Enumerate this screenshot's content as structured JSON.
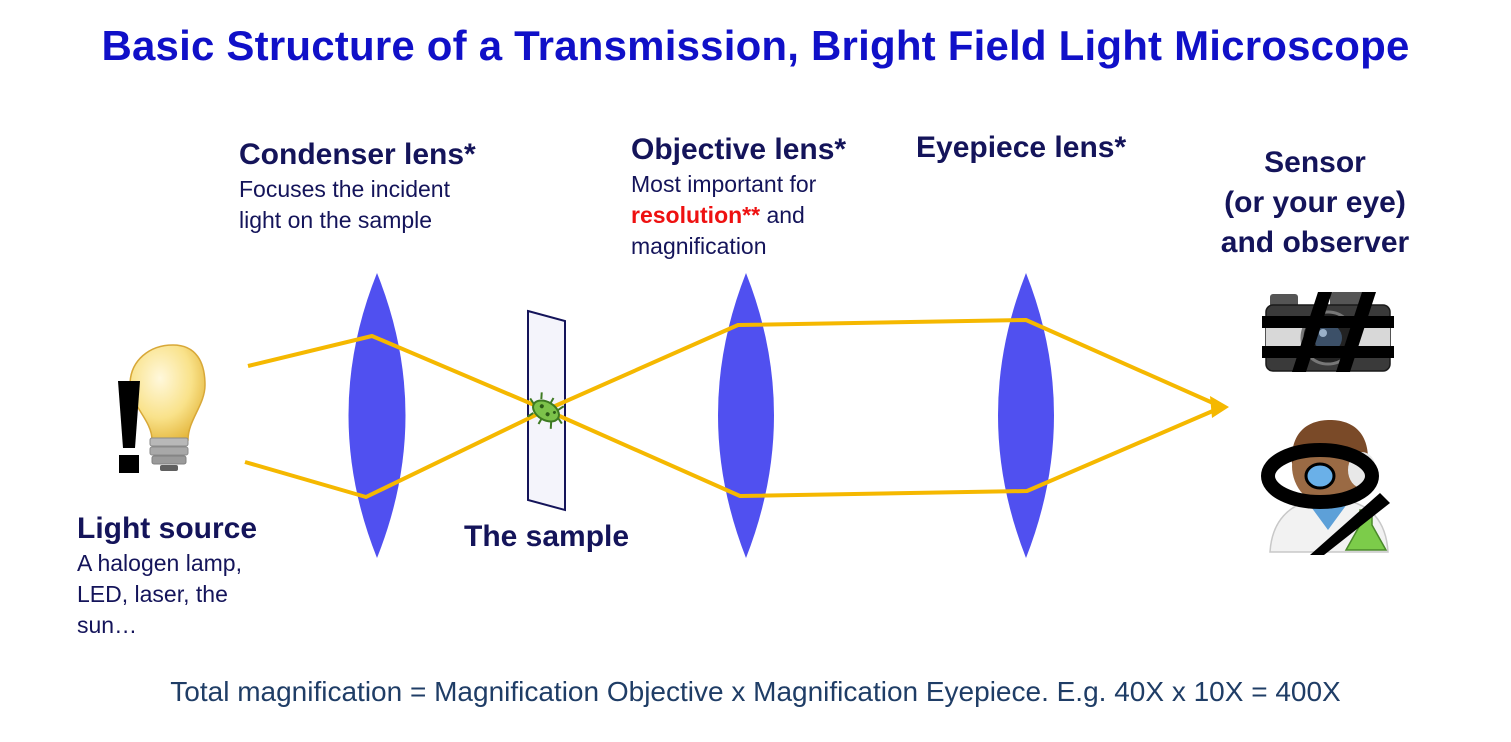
{
  "title": "Basic Structure of a Transmission, Bright Field Light Microscope",
  "labels": {
    "condenser": {
      "heading": "Condenser lens*",
      "line1": "Focuses the incident",
      "line2": "light on the sample"
    },
    "objective": {
      "heading": "Objective lens*",
      "line1": "Most important for",
      "line2_red": "resolution**",
      "line2_rest": " and",
      "line3": "magnification"
    },
    "eyepiece": {
      "heading": "Eyepiece lens*"
    },
    "sensor": {
      "line1": "Sensor",
      "line2": "(or your eye)",
      "line3": "and observer"
    },
    "light_source": {
      "heading": "Light source",
      "line1": "A halogen lamp,",
      "line2": "LED, laser, the",
      "line3": "sun…"
    },
    "sample": {
      "heading": "The sample"
    }
  },
  "footer": "Total magnification = Magnification Objective x Magnification Eyepiece. E.g. 40X x 10X = 400X",
  "colors": {
    "title": "#1010c8",
    "label": "#14145a",
    "lens": "#5050f0",
    "ray": "#f5b800",
    "emphasis": "#ee1111",
    "footer": "#1f3d66"
  },
  "icons": [
    "light-bulb-icon",
    "camera-icon",
    "scientist-icon",
    "microbe-icon"
  ]
}
